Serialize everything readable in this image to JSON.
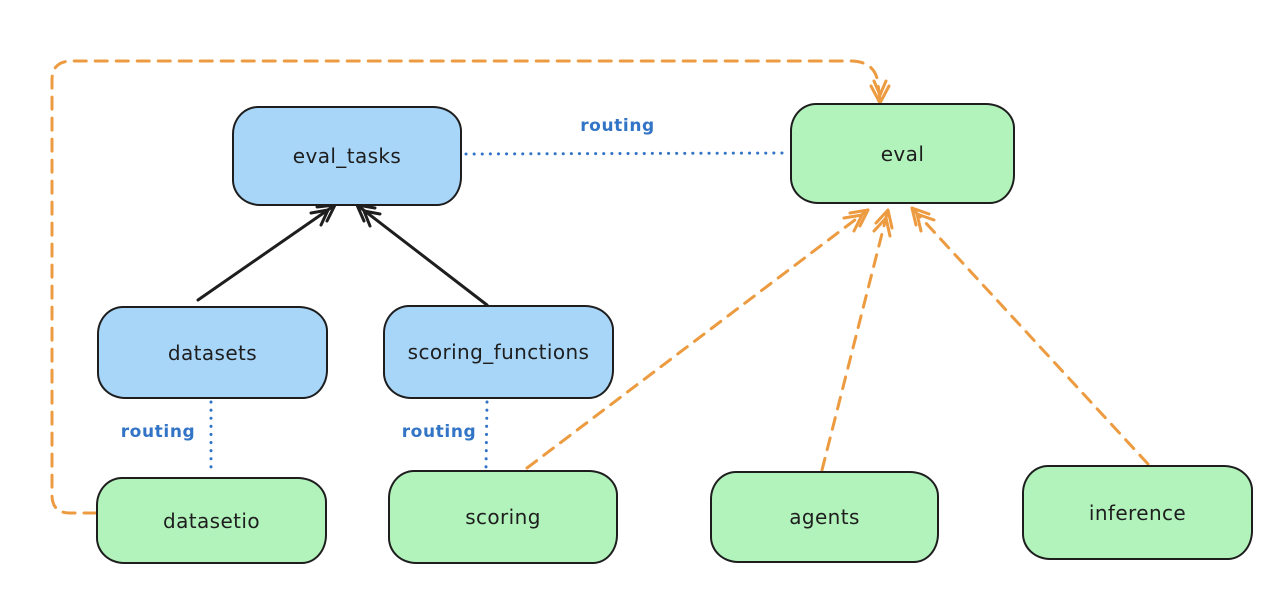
{
  "diagram": {
    "nodes": {
      "eval_tasks": {
        "label": "eval_tasks",
        "fill": "#a8d6f9"
      },
      "eval": {
        "label": "eval",
        "fill": "#b2f2bb"
      },
      "datasets": {
        "label": "datasets",
        "fill": "#a8d6f9"
      },
      "scoring_functions": {
        "label": "scoring_functions",
        "fill": "#a8d6f9"
      },
      "datasetio": {
        "label": "datasetio",
        "fill": "#b2f2bb"
      },
      "scoring": {
        "label": "scoring",
        "fill": "#b2f2bb"
      },
      "agents": {
        "label": "agents",
        "fill": "#b2f2bb"
      },
      "inference": {
        "label": "inference",
        "fill": "#b2f2bb"
      }
    },
    "edges": {
      "routing_eval_tasks_to_eval": {
        "label": "routing",
        "style": "blue-dotted"
      },
      "routing_datasets_to_datasetio": {
        "label": "routing",
        "style": "blue-dotted"
      },
      "routing_scoring_fns_to_scoring": {
        "label": "routing",
        "style": "blue-dotted"
      },
      "datasets_to_eval_tasks": {
        "style": "black-solid-arrow"
      },
      "scoring_functions_to_eval_tasks": {
        "style": "black-solid-arrow"
      },
      "datasetio_to_eval": {
        "style": "orange-dashed-arrow"
      },
      "scoring_to_eval": {
        "style": "orange-dashed-arrow"
      },
      "agents_to_eval": {
        "style": "orange-dashed-arrow"
      },
      "inference_to_eval": {
        "style": "orange-dashed-arrow"
      }
    },
    "colors": {
      "node_blue_fill": "#a8d6f9",
      "node_green_fill": "#b2f2bb",
      "node_border": "#1e1e1e",
      "routing_blue": "#3274c5",
      "provider_orange": "#ec9b40",
      "arrow_black": "#1e1e1e"
    }
  }
}
